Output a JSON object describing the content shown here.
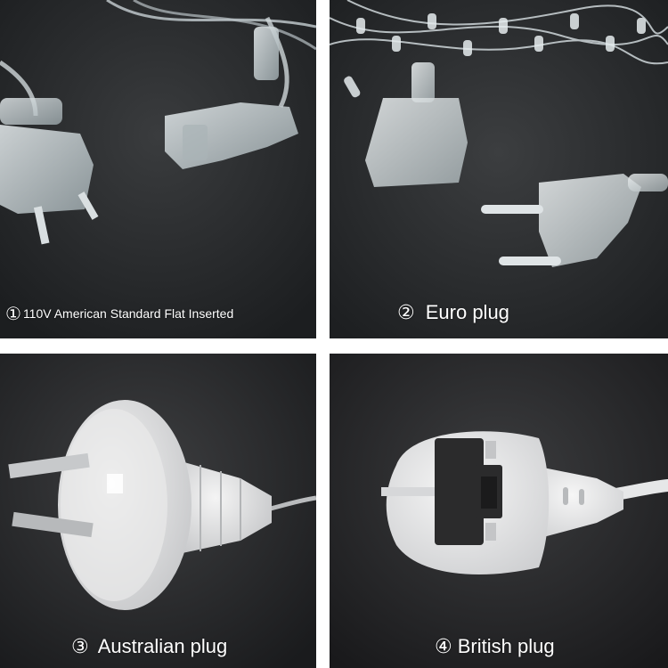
{
  "panels": [
    {
      "number": "①",
      "caption": "110V American Standard Flat Inserted"
    },
    {
      "number": "②",
      "caption": "Euro plug"
    },
    {
      "number": "③",
      "caption": "Australian plug"
    },
    {
      "number": "④",
      "caption": "British plug"
    }
  ],
  "colors": {
    "background": "#ffffff",
    "panel_dark": "#252729",
    "caption_text": "#ffffff"
  }
}
